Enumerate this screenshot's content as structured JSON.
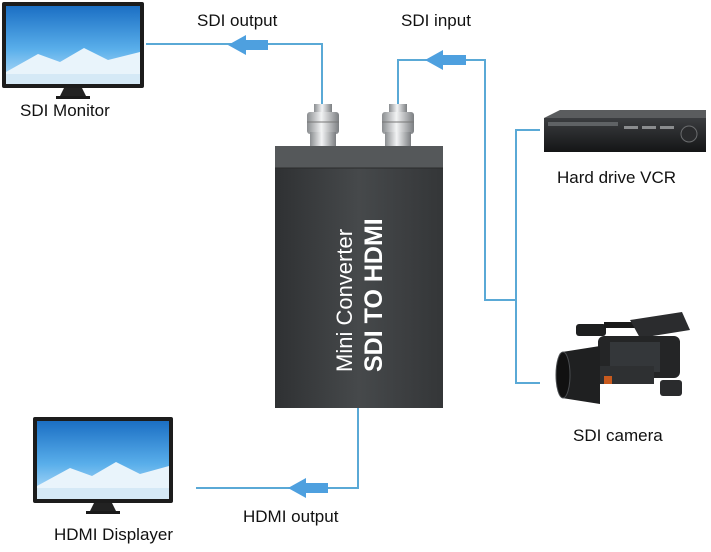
{
  "labels": {
    "sdi_output": "SDI output",
    "sdi_input": "SDI input",
    "sdi_monitor": "SDI Monitor",
    "hard_drive_vcr": "Hard drive VCR",
    "sdi_camera": "SDI camera",
    "hdmi_displayer": "HDMI Displayer",
    "hdmi_output": "HDMI output"
  },
  "device": {
    "line1": "Mini Converter",
    "line2": "SDI TO HDMI"
  },
  "colors": {
    "cable": "#5aa9d6",
    "arrow": "#4ea0df",
    "converter_body": "#3d3f41",
    "screen_sky": "#1f7fd0"
  },
  "icons": [
    "monitor-icon",
    "bnc-connector-icon",
    "vcr-icon",
    "video-camera-icon",
    "flow-arrow-icon"
  ]
}
